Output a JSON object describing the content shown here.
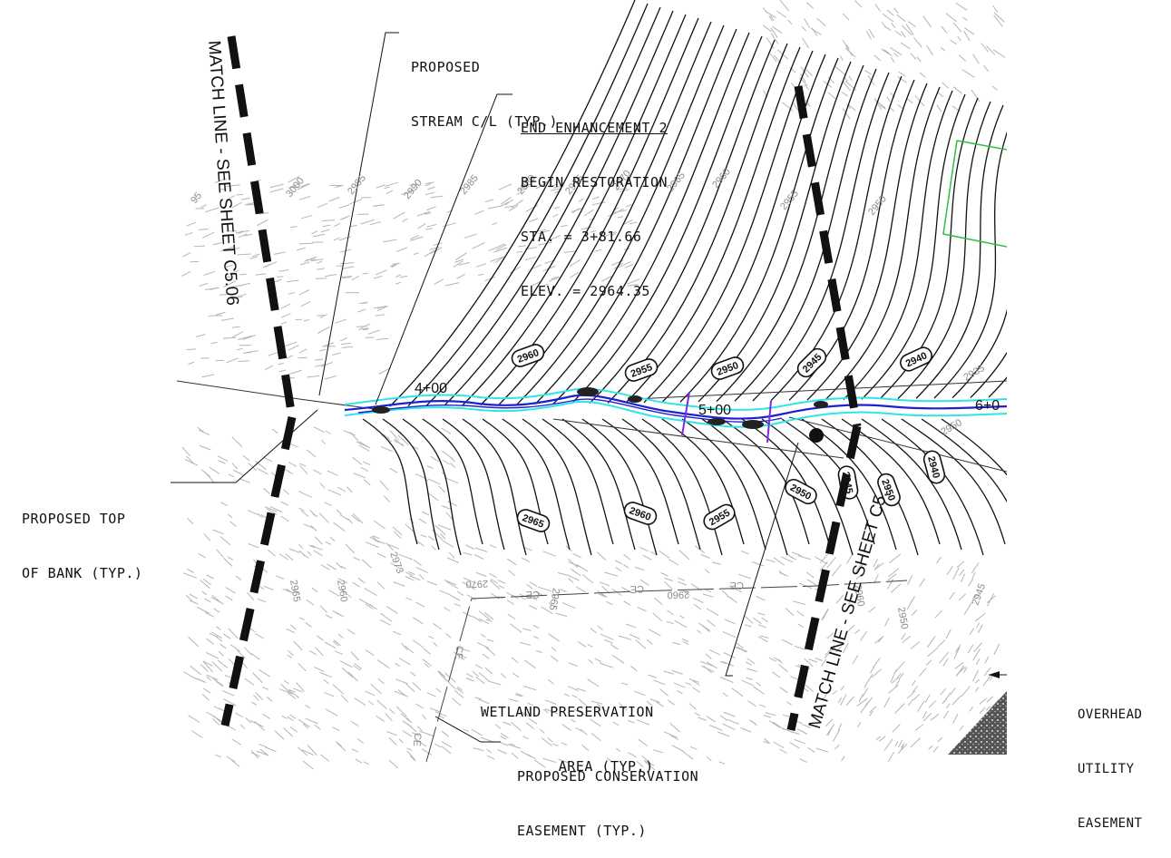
{
  "callouts": {
    "stream_cl": [
      "PROPOSED",
      "STREAM C/L (TYP.)"
    ],
    "end_enhancement": [
      "END ENHANCEMENT 2",
      "BEGIN RESTORATION",
      "STA. = 3+81.66",
      "ELEV. = 2964.35"
    ],
    "top_of_bank": [
      "PROPOSED TOP",
      "OF BANK (TYP.)"
    ],
    "wetland": [
      "WETLAND PRESERVATION",
      "AREA (TYP.)"
    ],
    "conservation": [
      "PROPOSED CONSERVATION",
      "EASEMENT (TYP.)"
    ],
    "utility": [
      "OVERHEAD",
      "UTILITY",
      "EASEMENT"
    ]
  },
  "match_lines": {
    "left": "MATCH LINE - SEE SHEET C5.06",
    "right": "MATCH LINE - SEE SHEET C5."
  },
  "stations": {
    "s400": "4+00",
    "s500": "5+00",
    "s600": "6+0"
  },
  "contour_labels_bold": [
    "2960",
    "2955",
    "2950",
    "2945",
    "2940",
    "2965",
    "2960",
    "2955",
    "2950",
    "2950",
    "2945",
    "2940"
  ],
  "contour_labels_top": [
    "95",
    "3000",
    "2995",
    "2990",
    "2985",
    "2980",
    "2975",
    "2970",
    "2965",
    "2960",
    "2955",
    "2950"
  ],
  "contour_labels_bottom": [
    "2970",
    "2965",
    "2960",
    "2973",
    "2965",
    "2960",
    "2950",
    "2945",
    "2960",
    "2950",
    "2935"
  ],
  "easement_tag": "CE",
  "colors": {
    "stream": "#1f1fd0",
    "bank": "#2ee6e6",
    "parcel": "#2bbf4a",
    "contour": "#111111",
    "existing": "#9a9a9a"
  }
}
